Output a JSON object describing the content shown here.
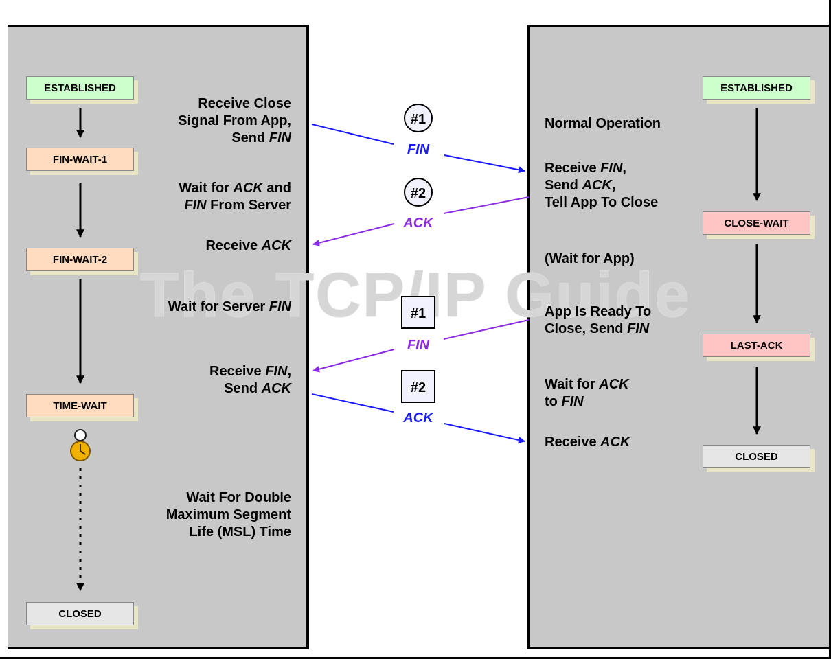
{
  "watermark": "The TCP/IP Guide",
  "client": {
    "states": [
      "ESTABLISHED",
      "FIN-WAIT-1",
      "FIN-WAIT-2",
      "TIME-WAIT",
      "CLOSED"
    ],
    "labels": [
      {
        "lines": [
          "Receive Close",
          "Signal From App,",
          "Send FIN"
        ]
      },
      {
        "lines": [
          "Wait for ACK and",
          "FIN From Server"
        ]
      },
      {
        "lines": [
          "Receive ACK"
        ]
      },
      {
        "lines": [
          "Wait for Server FIN"
        ]
      },
      {
        "lines": [
          "Receive FIN,",
          "Send ACK"
        ]
      },
      {
        "lines": [
          "Wait For Double",
          "Maximum Segment",
          "Life (MSL) Time"
        ]
      }
    ]
  },
  "server": {
    "states": [
      "ESTABLISHED",
      "CLOSE-WAIT",
      "LAST-ACK",
      "CLOSED"
    ],
    "labels": [
      {
        "lines": [
          "Normal Operation"
        ]
      },
      {
        "lines": [
          "Receive FIN,",
          "Send ACK,",
          "Tell App To Close"
        ]
      },
      {
        "lines": [
          "(Wait for App)"
        ]
      },
      {
        "lines": [
          "App Is Ready To",
          "Close, Send FIN"
        ]
      },
      {
        "lines": [
          "Wait for ACK",
          "to FIN"
        ]
      },
      {
        "lines": [
          "Receive ACK"
        ]
      }
    ]
  },
  "messages": [
    {
      "number": "#1",
      "label": "FIN",
      "color": "#1a1aff",
      "marker": "circle"
    },
    {
      "number": "#2",
      "label": "ACK",
      "color": "#8a2be2",
      "marker": "circle"
    },
    {
      "number": "#1",
      "label": "FIN",
      "color": "#8a2be2",
      "marker": "square"
    },
    {
      "number": "#2",
      "label": "ACK",
      "color": "#1a1aff",
      "marker": "square"
    }
  ],
  "italic_terms": [
    "FIN",
    "ACK"
  ]
}
